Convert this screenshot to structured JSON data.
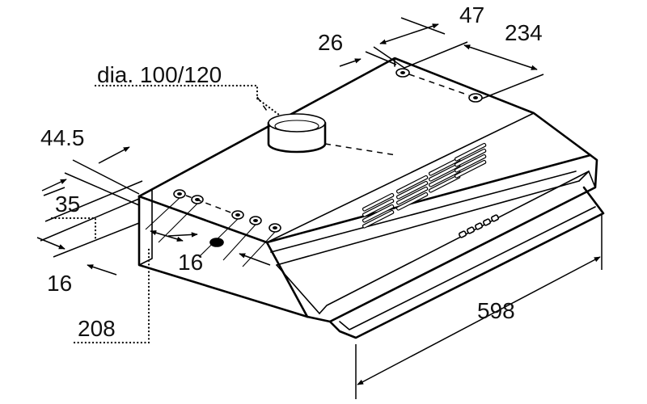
{
  "diagram": {
    "duct_label": "dia. 100/120",
    "dimensions": {
      "top_inset": "26",
      "top_offset": "47",
      "top_hole_spacing": "234",
      "front_depth": "44.5",
      "hole_row_height": "35",
      "lower_hole_inset": "16",
      "left_edge_inset": "16",
      "hole_pair_spacing": "208",
      "width": "598"
    }
  }
}
